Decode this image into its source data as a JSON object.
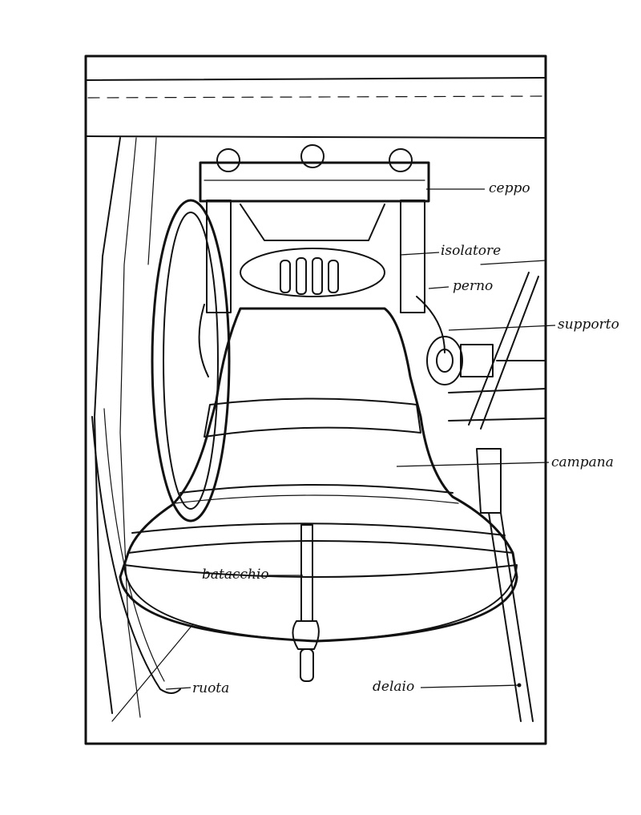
{
  "diagram": {
    "labels": {
      "ceppo": "ceppo",
      "isolatore": "isolatore",
      "perno": "perno",
      "supporto": "supporto",
      "campana": "campana",
      "batacchio": "batacchio",
      "ruota": "ruota",
      "delaio": "delaio"
    }
  }
}
